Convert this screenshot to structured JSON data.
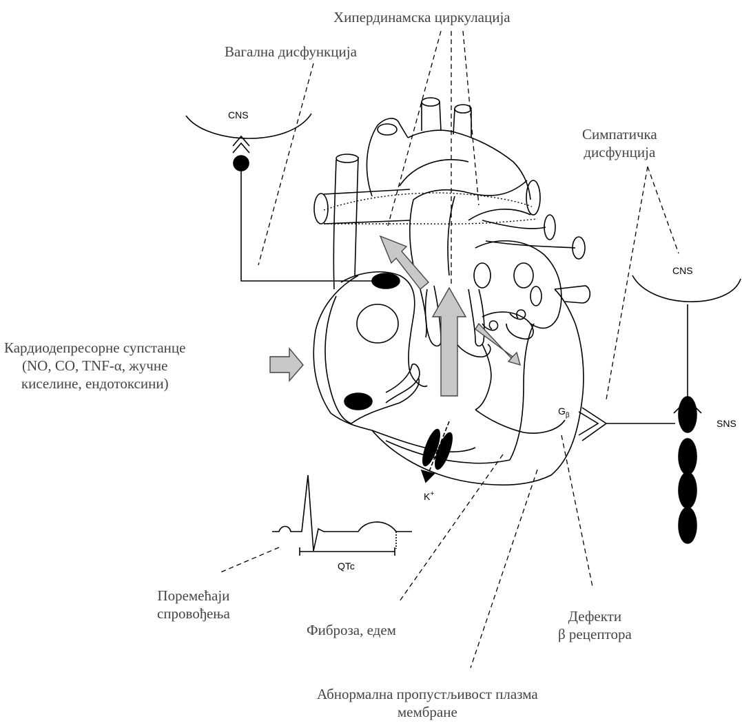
{
  "labels": {
    "hyperdynamic": "Хипердинамска циркулација",
    "vagal": "Вагална дисфункција",
    "sympathetic_1": "Симпатичка",
    "sympathetic_2": "дисфунција",
    "cardiodepressor_1": "Кардиодепресорне супстанце",
    "cardiodepressor_2": "(NO, CO, TNF-α, жучне",
    "cardiodepressor_3": "киселине, ендотоксини)",
    "conduction_1": "Поремећаји",
    "conduction_2": "спровођења",
    "fibrosis": "Фиброза, едем",
    "beta_1": "Дефекти",
    "beta_2": "β рецептора",
    "membrane_1": "Абнормална пропустљивост плазма",
    "membrane_2": "мембране"
  },
  "figure_text": {
    "cns_left": "CNS",
    "cns_right": "CNS",
    "sns": "SNS",
    "g_beta": "G",
    "g_beta_sub": "β",
    "k_plus": "K",
    "k_plus_sup": "+",
    "qtc": "QTc"
  }
}
